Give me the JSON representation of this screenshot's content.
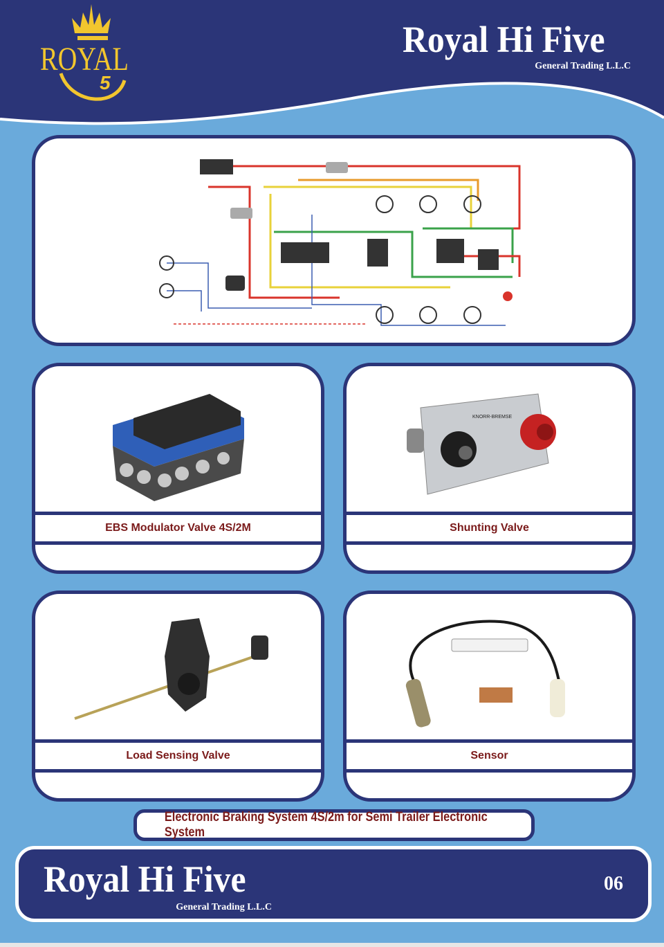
{
  "header": {
    "logo_text": "ROYAL",
    "logo_number": "5",
    "brand_name": "Royal Hi Five",
    "brand_subtitle": "General Trading L.L.C"
  },
  "products": [
    {
      "label": "EBS Modulator Valve 4S/2M"
    },
    {
      "label": "Shunting Valve"
    },
    {
      "label": "Load Sensing Valve"
    },
    {
      "label": "Sensor"
    }
  ],
  "caption": "Electronic Braking System 4S/2m for Semi Trailer Electronic System",
  "footer": {
    "brand_name": "Royal Hi Five",
    "brand_subtitle": "General Trading L.L.C",
    "page_number": "06"
  },
  "colors": {
    "navy": "#2b3578",
    "sky": "#6aaadb",
    "caption": "#7a1a1a",
    "gold": "#f2c62e"
  }
}
